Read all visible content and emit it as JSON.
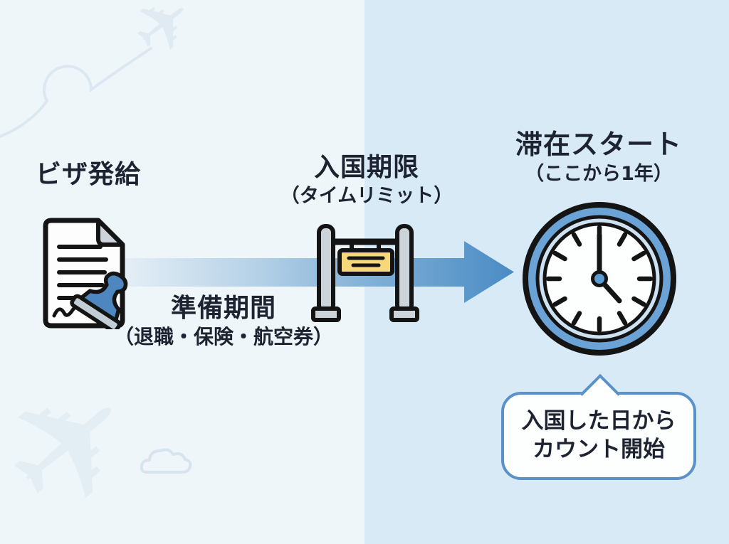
{
  "infographic": {
    "stages": [
      {
        "id": "visa-issued",
        "title": "ビザ発給"
      },
      {
        "id": "preparation",
        "title": "準備期間",
        "subtitle": "（退職・保険・航空券）"
      },
      {
        "id": "entry-limit",
        "title": "入国期限",
        "subtitle": "（タイムリミット）"
      },
      {
        "id": "stay-start",
        "title": "滞在スタート",
        "subtitle": "（ここから1年）"
      }
    ],
    "callout": {
      "line1": "入国した日から",
      "line2": "カウント開始"
    }
  },
  "icons": {
    "visa_document": "document-with-stamp-icon",
    "entry_gate": "gate-with-sign-icon",
    "stay_clock": "clock-icon",
    "decorations": [
      "airplane-takeoff-icon",
      "flight-path-loop",
      "airplane-large-icon",
      "cloud-icon"
    ]
  },
  "colors": {
    "bg-left": "#eef6fa",
    "bg-right": "#d9eaf7",
    "text": "#1d2330",
    "arrow-blue": "#4a8bc4",
    "arrow-light": "#e7f0f7",
    "stamp-blue": "#4e86c0",
    "sign-yellow": "#f6d87a",
    "clock-ring-blue": "#6ba3d7",
    "clock-ring-light": "#cfe2f1",
    "bubble-border": "#5b91c9",
    "outline-black": "#141414",
    "metal-gray": "#ccd3d9"
  }
}
